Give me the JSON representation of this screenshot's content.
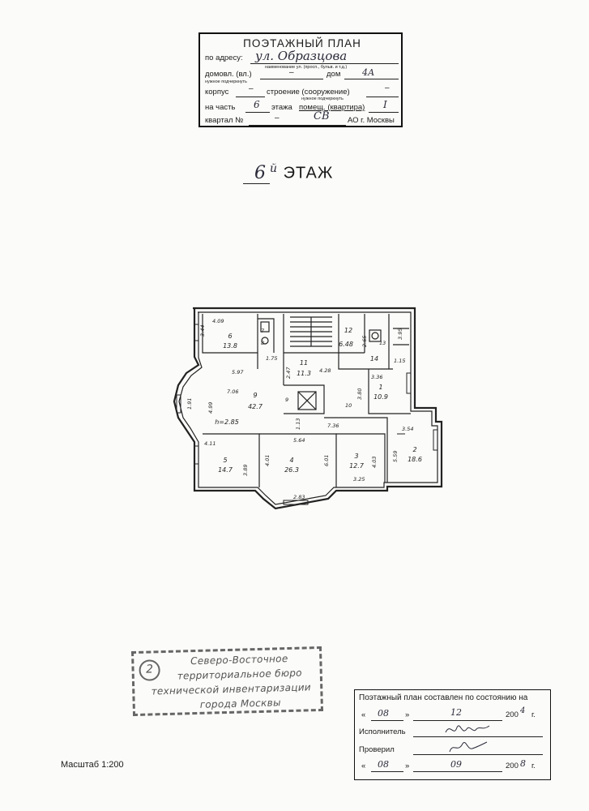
{
  "header": {
    "title": "ПОЭТАЖНЫЙ ПЛАН",
    "address_label": "по адресу:",
    "street": "ул. Образцова",
    "street_hint": "наименование ул. (просп., бульв. и т.д.)",
    "domovl_label": "домовл. (вл.)",
    "domovl_value": "–",
    "hint1": "нужное подчеркнуть",
    "dom_label": "дом",
    "dom_value": "4А",
    "korpus_label": "корпус",
    "korpus_value": "–",
    "stroenie_label": "строение (сооружение)",
    "stroenie_value": "–",
    "hint2": "нужное подчеркнуть",
    "chast_label": "на часть",
    "floor_value": "6",
    "etazha_label": "этажа",
    "pomesch_label": "помещ. (квартира)",
    "pomesch_value": "I",
    "kvartal_label": "квартал №",
    "kvartal_value": "–",
    "ao_value": "СВ",
    "ao_label": "АО г. Москвы"
  },
  "floor_title": {
    "number": "6",
    "suffix": "й",
    "label": "ЭТАЖ"
  },
  "plan": {
    "height_note": "h=2.85",
    "rooms": [
      {
        "num": "6",
        "area": "13.8"
      },
      {
        "num": "12",
        "area": "6.48"
      },
      {
        "num": "11",
        "area": "11.3"
      },
      {
        "num": "14",
        "area": ""
      },
      {
        "num": "1",
        "area": "10.9"
      },
      {
        "num": "9",
        "area": "42.7"
      },
      {
        "num": "5",
        "area": "14.7"
      },
      {
        "num": "4",
        "area": "26.3"
      },
      {
        "num": "3",
        "area": "12.7"
      },
      {
        "num": "2",
        "area": "18.6"
      }
    ],
    "dims": [
      "4.09",
      "3.44",
      "5.97",
      "1.75",
      "2.47",
      "4.28",
      "2.65",
      "3.95",
      "1.15",
      "3.36",
      "3.80",
      "1.91",
      "7.06",
      "4.99",
      "1.13",
      "7.36",
      "3.54",
      "4.11",
      "3.89",
      "4.01",
      "5.64",
      "6.01",
      "4.03",
      "3.25",
      "5.59",
      "2.83",
      "9",
      "10",
      "8",
      "7",
      "13"
    ]
  },
  "stamp": {
    "number": "2",
    "lines": [
      "Северо-Восточное",
      "территориальное бюро",
      "технической инвентаризации",
      "города Москвы"
    ]
  },
  "status": {
    "title": "Поэтажный план составлен по состоянию на",
    "day": "08",
    "month": "12",
    "year_prefix": "200",
    "year_suffix": "4",
    "g": "г.",
    "executor_label": "Исполнитель",
    "checked_label": "Проверил",
    "checked_day": "08",
    "checked_month": "09",
    "checked_year_suffix": "8",
    "quote_open": "«",
    "quote_close": "»"
  },
  "scale": "Масштаб 1:200"
}
